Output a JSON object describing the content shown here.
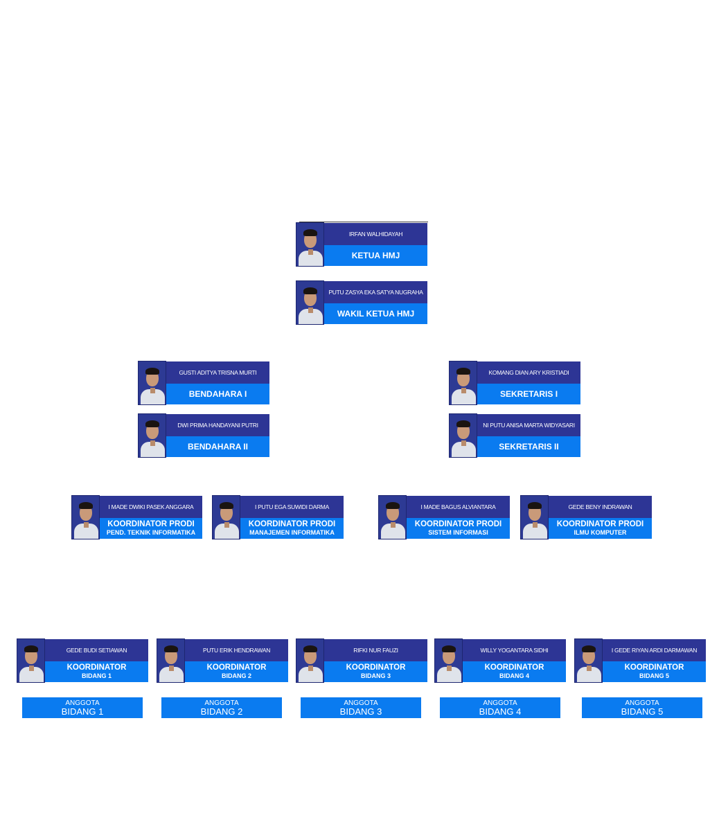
{
  "ketua": {
    "name": "IRFAN WALHIDAYAH",
    "role": "KETUA HMJ"
  },
  "wakil": {
    "name": "PUTU ZASYA EKA SATYA NUGRAHA",
    "role": "WAKIL KETUA HMJ"
  },
  "bendahara1": {
    "name": "GUSTI ADITYA TRISNA MURTI",
    "role": "BENDAHARA I"
  },
  "bendahara2": {
    "name": "DWI PRIMA HANDAYANI PUTRI",
    "role": "BENDAHARA II"
  },
  "sekretaris1": {
    "name": "KOMANG DIAN ARY KRISTIADI",
    "role": "SEKRETARIS I"
  },
  "sekretaris2": {
    "name": "NI PUTU ANISA MARTA WIDYASARI",
    "role": "SEKRETARIS II"
  },
  "prodi": [
    {
      "name": "I MADE DWIKI PASEK ANGGARA",
      "role": "KOORDINATOR PRODI",
      "sub": "PEND. TEKNIK INFORMATIKA"
    },
    {
      "name": "I PUTU EGA SUWIDI DARMA",
      "role": "KOORDINATOR PRODI",
      "sub": "MANAJEMEN INFORMATIKA"
    },
    {
      "name": "I MADE BAGUS ALVIANTARA",
      "role": "KOORDINATOR PRODI",
      "sub": "SISTEM INFORMASI"
    },
    {
      "name": "GEDE BENY INDRAWAN",
      "role": "KOORDINATOR PRODI",
      "sub": "ILMU KOMPUTER"
    }
  ],
  "bidang": [
    {
      "name": "GEDE BUDI SETIAWAN",
      "role": "KOORDINATOR",
      "sub": "BIDANG 1"
    },
    {
      "name": "PUTU ERIK HENDRAWAN",
      "role": "KOORDINATOR",
      "sub": "BIDANG 2"
    },
    {
      "name": "RIFKI NUR FAUZI",
      "role": "KOORDINATOR",
      "sub": "BIDANG 3"
    },
    {
      "name": "WILLY YOGANTARA SIDHI",
      "role": "KOORDINATOR",
      "sub": "BIDANG 4"
    },
    {
      "name": "I GEDE RIYAN ARDI DARMAWAN",
      "role": "KOORDINATOR",
      "sub": "BIDANG 5"
    }
  ],
  "anggota": [
    {
      "line1": "ANGGOTA",
      "line2": "BIDANG 1"
    },
    {
      "line1": "ANGGOTA",
      "line2": "BIDANG 2"
    },
    {
      "line1": "ANGGOTA",
      "line2": "BIDANG 3"
    },
    {
      "line1": "ANGGOTA",
      "line2": "BIDANG 4"
    },
    {
      "line1": "ANGGOTA",
      "line2": "BIDANG 5"
    }
  ]
}
